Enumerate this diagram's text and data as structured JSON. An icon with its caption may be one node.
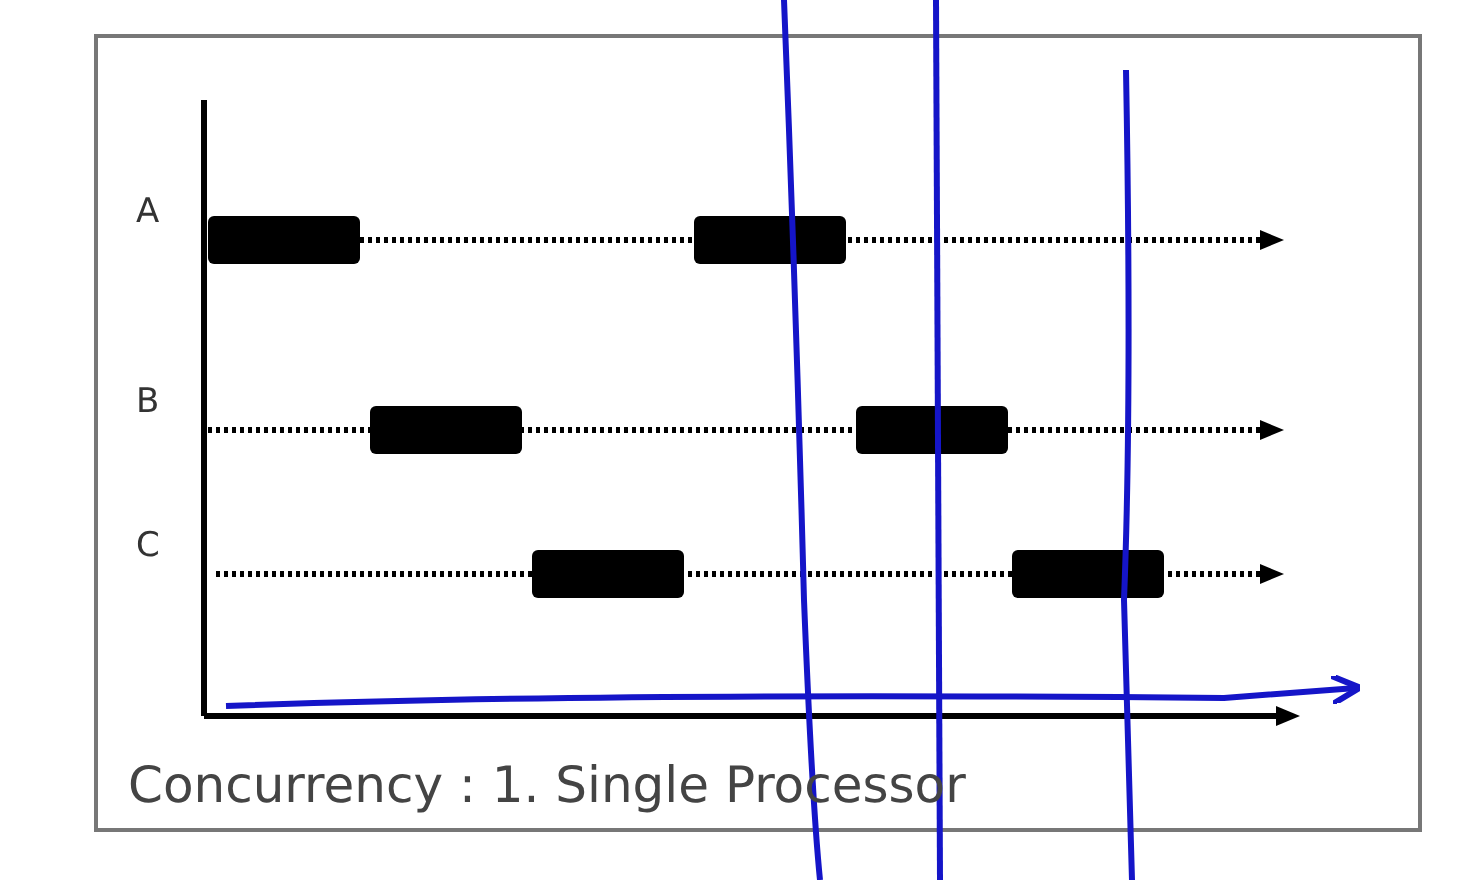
{
  "diagram": {
    "caption": "Concurrency : 1. Single Processor",
    "labels": [
      "A",
      "B",
      "C"
    ]
  }
}
